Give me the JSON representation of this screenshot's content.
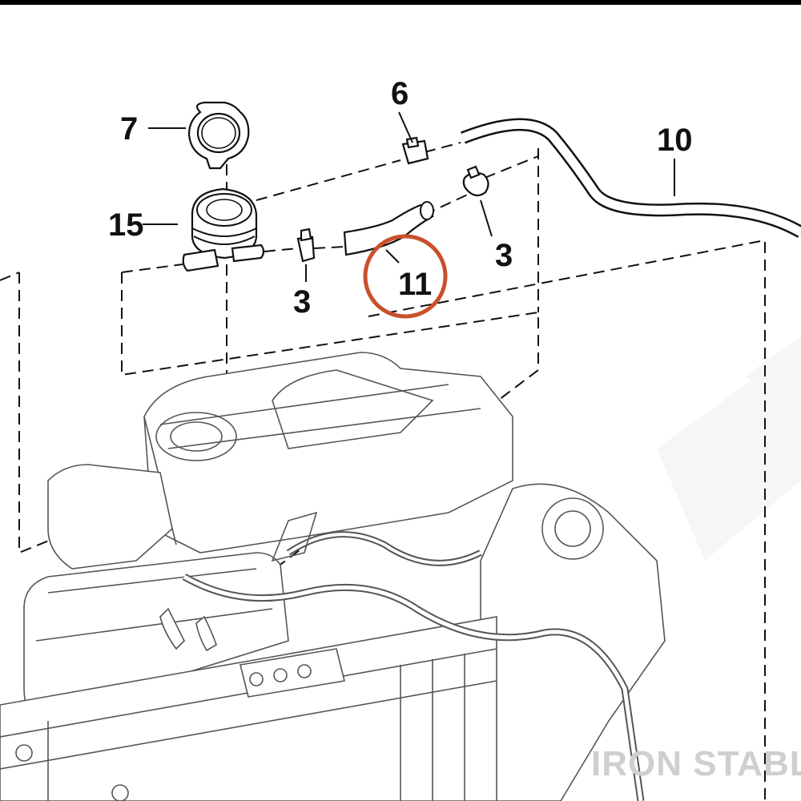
{
  "callouts": {
    "c7": "7",
    "c15": "15",
    "c6": "6",
    "c10": "10",
    "c3_left": "3",
    "c3_right": "3",
    "c11": "11"
  },
  "highlight": {
    "target": "11",
    "color": "#c9502b"
  },
  "watermark": "IRON STABLE",
  "colors": {
    "ink": "#111111",
    "watermark": "#cfcfcf"
  }
}
